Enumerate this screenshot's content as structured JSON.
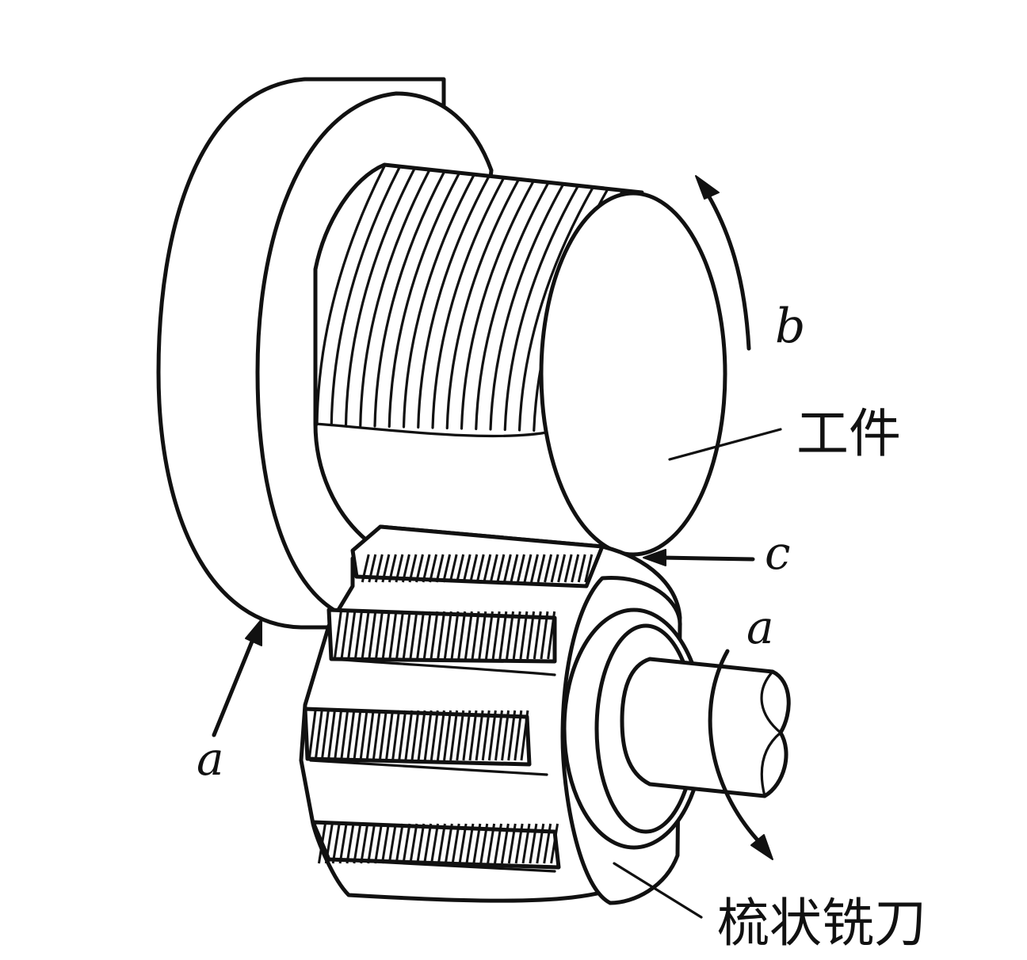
{
  "labels": {
    "workpiece": "工件",
    "cutter": "梳状铣刀",
    "rotation_workpiece": "b",
    "contact_point": "c",
    "axis_left": "a",
    "axis_right": "a"
  },
  "colors": {
    "ink": "#111111",
    "paper": "#ffffff"
  }
}
